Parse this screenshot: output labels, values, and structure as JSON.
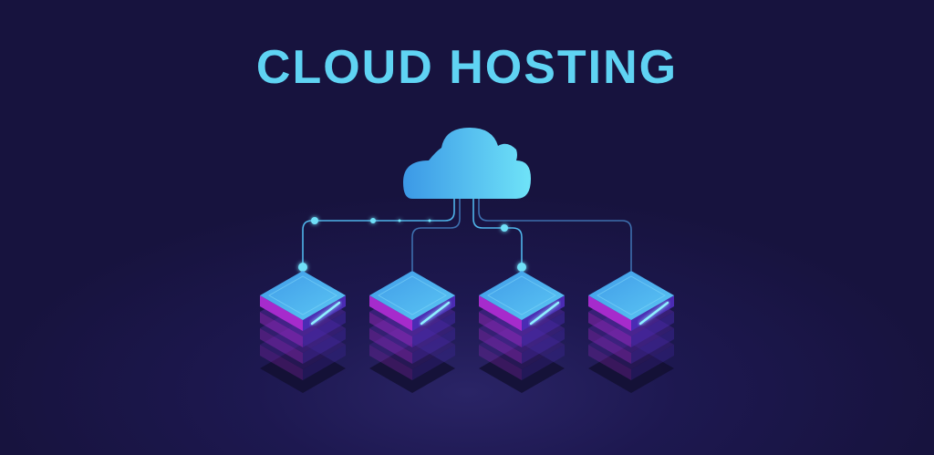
{
  "title": "CLOUD HOSTING",
  "colors": {
    "background": "#17133e",
    "title": "#5fd3f3",
    "cloud_start": "#3b98e6",
    "cloud_end": "#6fe3f8",
    "server_top": "#4aa8ee",
    "server_side": "#7a2bc0",
    "line": "#5ab8e8"
  },
  "servers": [
    {
      "id": "server-1",
      "connected_glow": true
    },
    {
      "id": "server-2",
      "connected_glow": false
    },
    {
      "id": "server-3",
      "connected_glow": true
    },
    {
      "id": "server-4",
      "connected_glow": false
    }
  ]
}
